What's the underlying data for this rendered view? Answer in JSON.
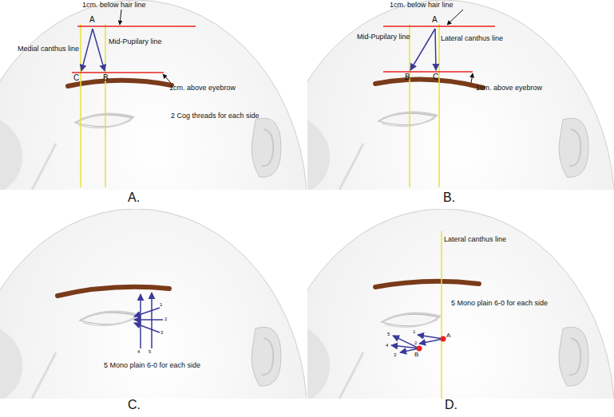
{
  "diagram": {
    "labels": [
      "1cm. below hair line",
      "A",
      "Medial canthus line",
      "Mid-Pupilary line",
      "C",
      "B",
      "1cm. above eyebrow",
      "2 Cog threads for each side",
      "A.",
      "1cm. below hair line",
      "A",
      "Mid-Pupilary line",
      "Lateral canthus line",
      "B",
      "C",
      "1cm. above eyebrow",
      "B.",
      "1",
      "2",
      "3",
      "4",
      "5",
      "5 Mono plain 6-0 for each side",
      "C.",
      "Lateral canthus line",
      "5 Mono plain 6-0 for each side",
      "1",
      "2",
      "3",
      "4",
      "5",
      "A",
      "B",
      "D."
    ]
  }
}
